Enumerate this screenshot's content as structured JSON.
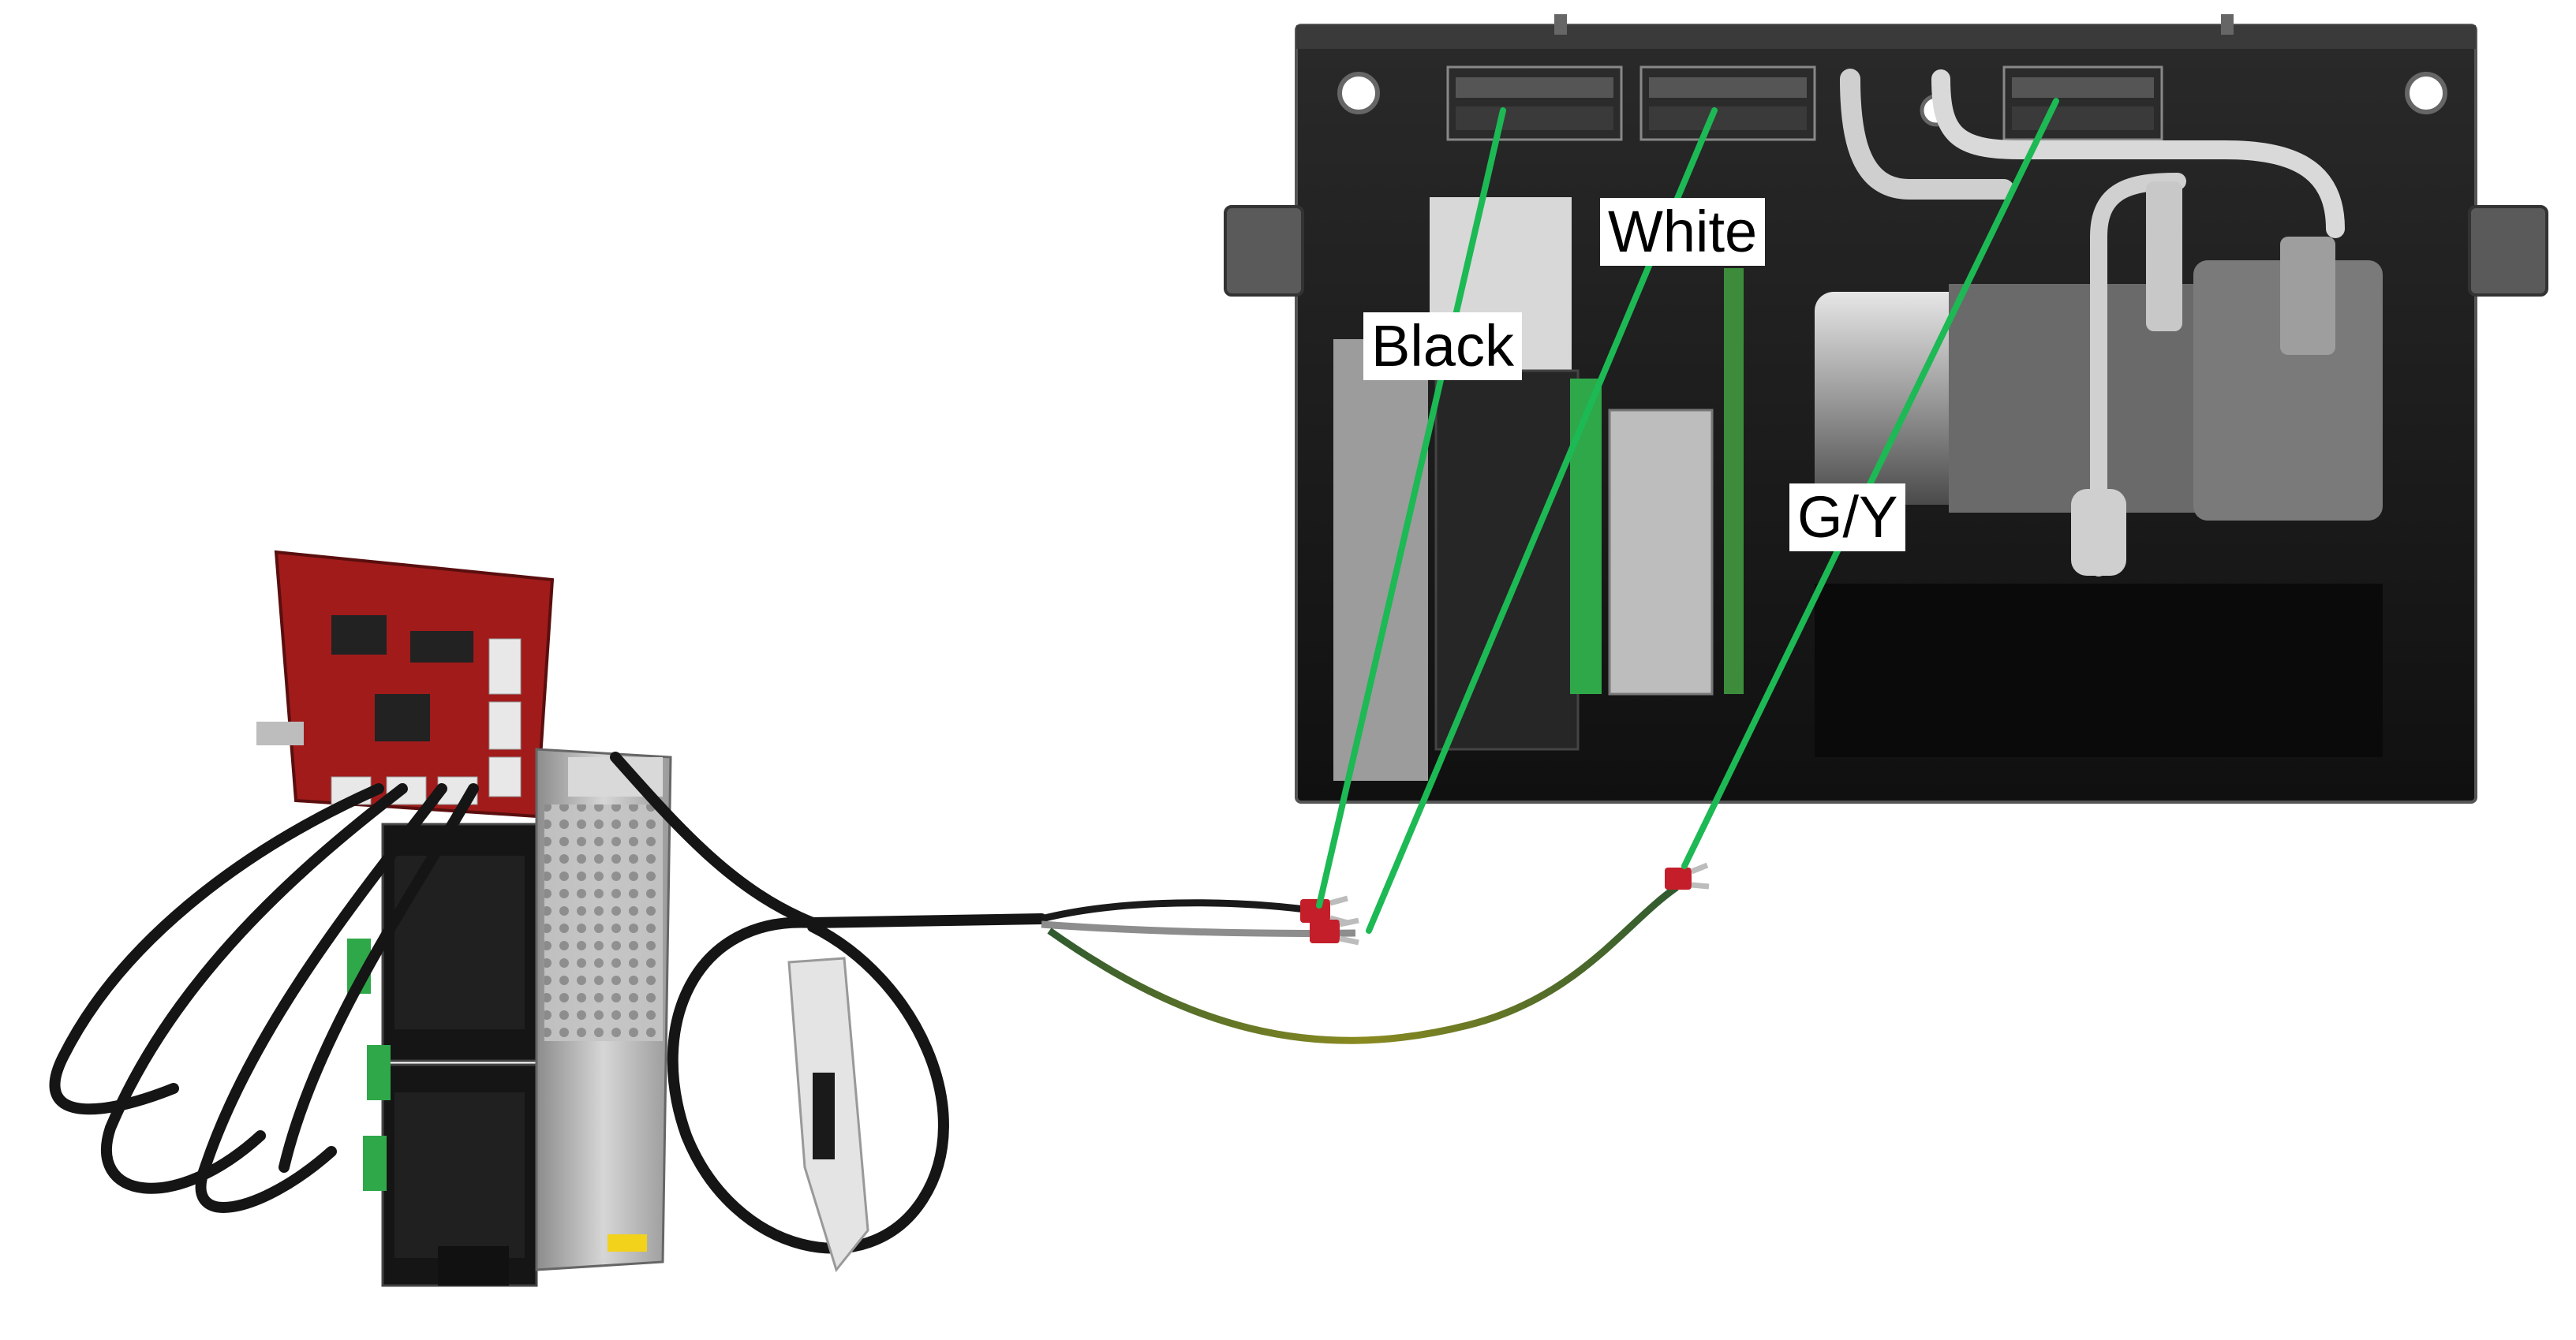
{
  "wire_labels": {
    "black": "Black",
    "white": "White",
    "green_yellow": "G/Y"
  },
  "colors": {
    "leader_line": "#1db954",
    "enclosure": "#1a1a1a",
    "control_board": "#a11b1b",
    "driver": "#151515",
    "power_supply": "#b9b9b9",
    "terminal_red": "#c41e2a"
  }
}
